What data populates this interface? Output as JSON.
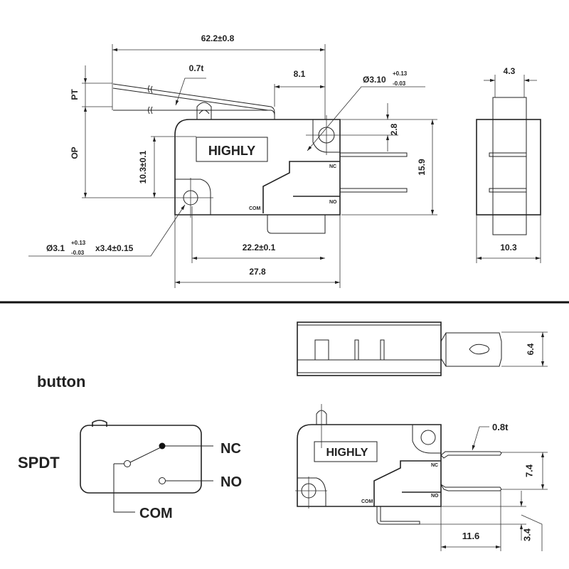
{
  "top_view": {
    "overall_length": "62.2±0.8",
    "lever_thickness": "0.7t",
    "lever_offset": "8.1",
    "hole_top_diameter": "Ø3.10",
    "hole_top_tol_plus": "+0.13",
    "hole_top_tol_minus": "-0.03",
    "pt_label": "PT",
    "op_label": "OP",
    "hole_height": "10.3±0.1",
    "brand": "HIGHLY",
    "nc": "NC",
    "no": "NO",
    "com": "COM",
    "hole_offset": "2.8",
    "body_height": "15.9",
    "hole_bottom_diameter": "Ø3.1",
    "hole_bottom_tol_plus": "+0.13",
    "hole_bottom_tol_minus": "-0.03",
    "hole_bottom_depth": "x3.4±0.15",
    "hole_spacing": "22.2±0.1",
    "body_length": "27.8",
    "end_width": "4.3",
    "end_depth": "10.3"
  },
  "bottom_view": {
    "button_label": "button",
    "terminal_width": "6.4",
    "brand": "HIGHLY",
    "terminal_thickness": "0.8t",
    "terminal_pitch": "7.4",
    "terminal_length": "11.6",
    "com_offset": "3.4",
    "nc": "NC",
    "no": "NO",
    "com": "COM"
  },
  "schematic": {
    "type_label": "SPDT",
    "nc": "NC",
    "no": "NO",
    "com": "COM"
  }
}
